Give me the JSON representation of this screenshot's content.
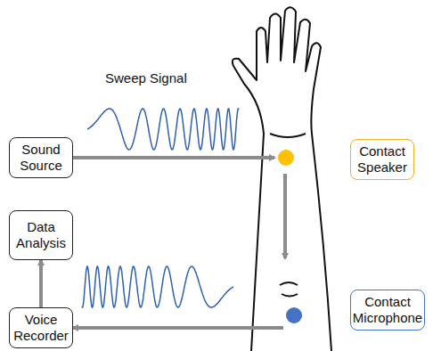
{
  "diagram": {
    "nodes": [
      {
        "text": [
          "Sound Source"
        ]
      },
      {
        "text": [
          "Contact Speaker"
        ]
      },
      {
        "text": [
          "Data Analysis"
        ]
      },
      {
        "text": [
          "Voice Recorder"
        ]
      },
      {
        "text": [
          "Contact Microphone"
        ]
      }
    ],
    "edges": [
      {
        "from": 0,
        "to": 1,
        "arrow": "to"
      },
      {
        "from": 1,
        "to": 4,
        "arrow": "to"
      },
      {
        "from": 4,
        "to": 3,
        "arrow": "to"
      },
      {
        "from": 3,
        "to": 2,
        "arrow": "to"
      }
    ],
    "labels": [
      "Sweep Signal"
    ]
  }
}
